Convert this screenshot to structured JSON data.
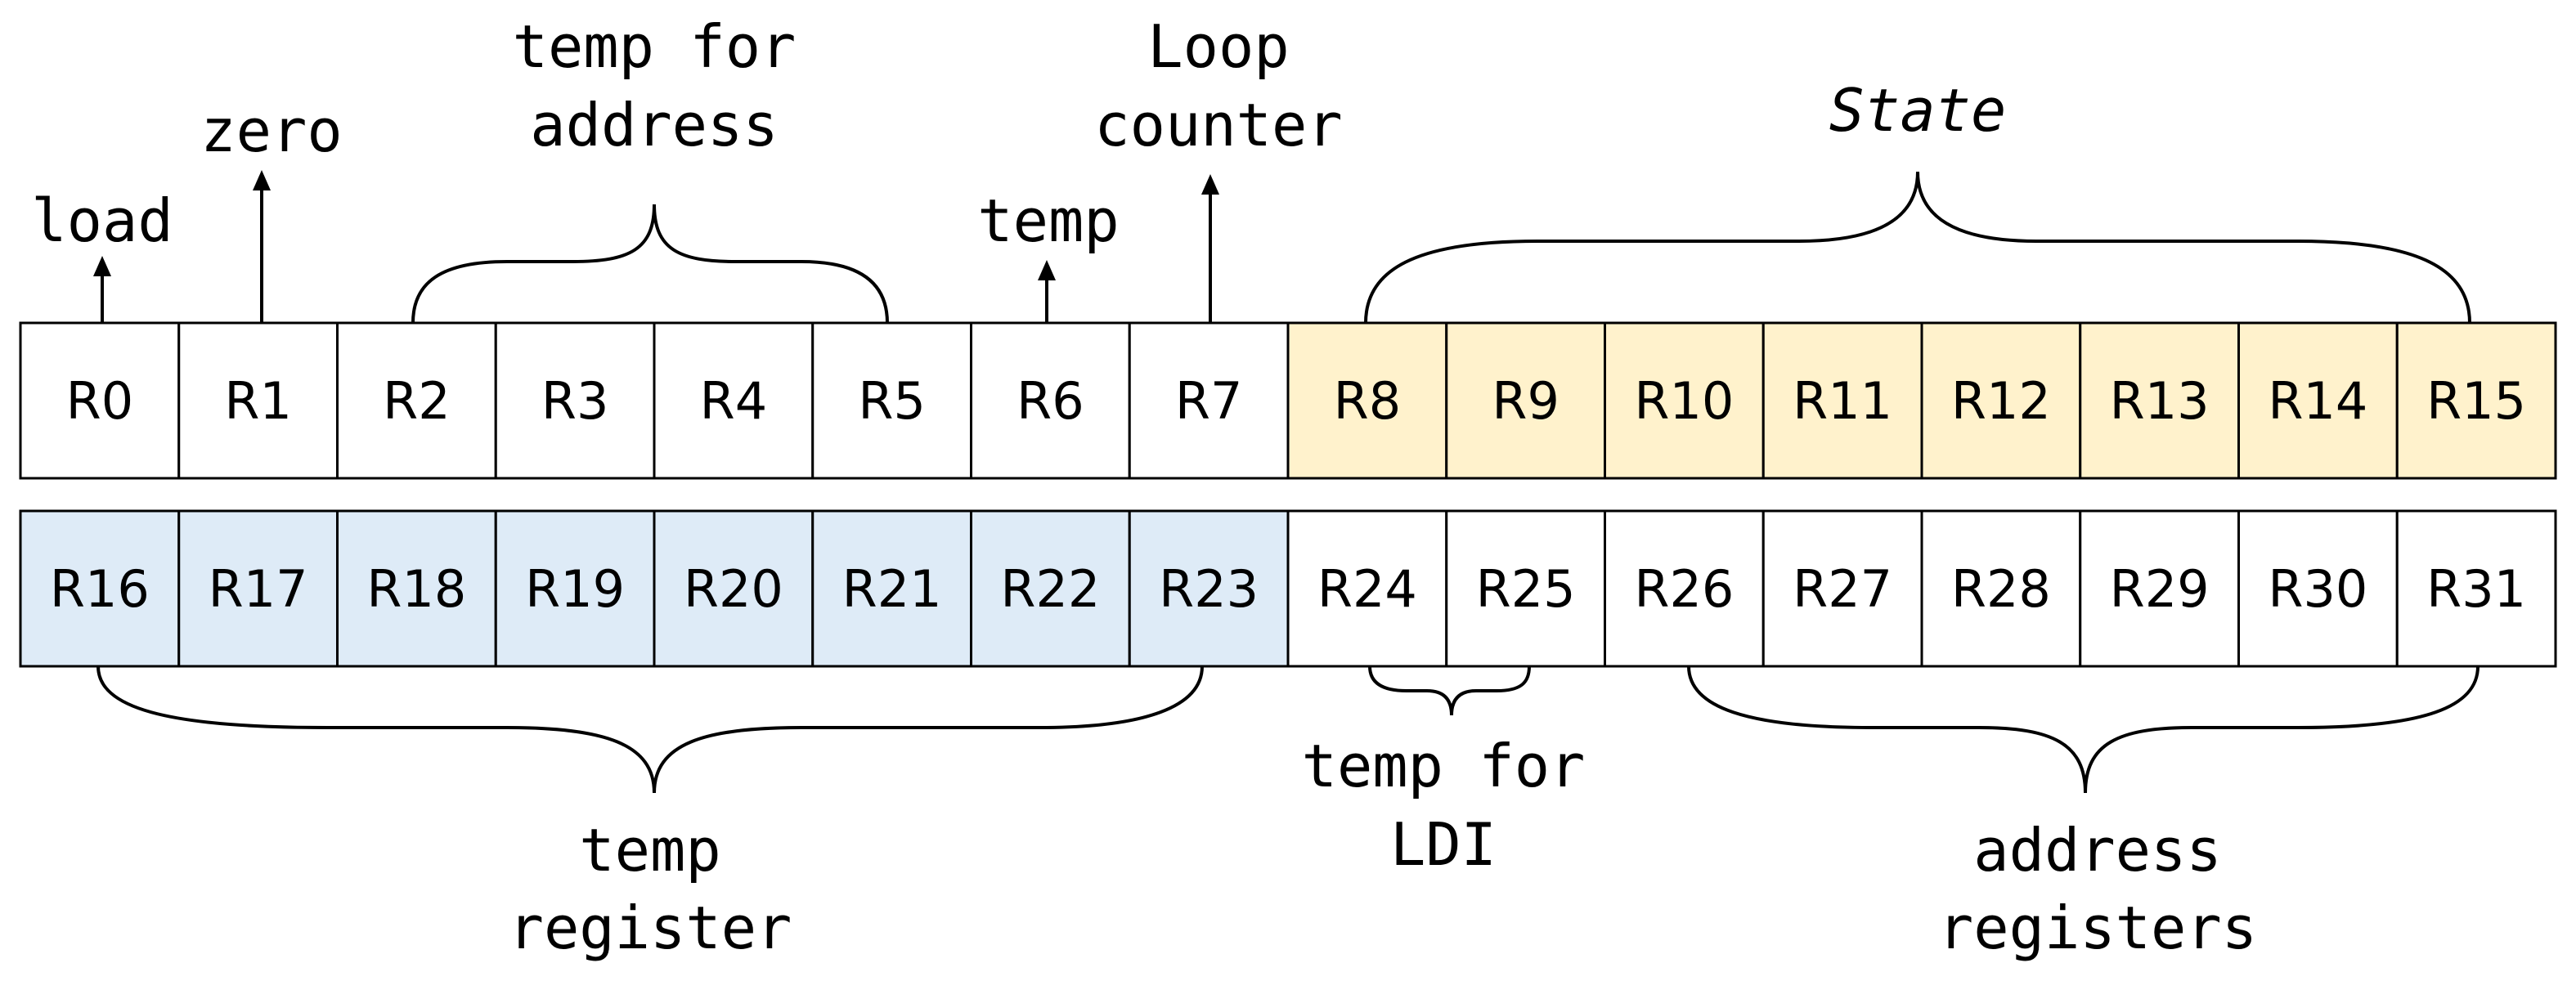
{
  "colors": {
    "plain": "#ffffff",
    "state": "#fff2cc",
    "temp_register": "#deebf7",
    "border": "#000000"
  },
  "rows": [
    {
      "registers": [
        {
          "label": "R0",
          "group": "plain"
        },
        {
          "label": "R1",
          "group": "plain"
        },
        {
          "label": "R2",
          "group": "plain"
        },
        {
          "label": "R3",
          "group": "plain"
        },
        {
          "label": "R4",
          "group": "plain"
        },
        {
          "label": "R5",
          "group": "plain"
        },
        {
          "label": "R6",
          "group": "plain"
        },
        {
          "label": "R7",
          "group": "plain"
        },
        {
          "label": "R8",
          "group": "state"
        },
        {
          "label": "R9",
          "group": "state"
        },
        {
          "label": "R10",
          "group": "state"
        },
        {
          "label": "R11",
          "group": "state"
        },
        {
          "label": "R12",
          "group": "state"
        },
        {
          "label": "R13",
          "group": "state"
        },
        {
          "label": "R14",
          "group": "state"
        },
        {
          "label": "R15",
          "group": "state"
        }
      ]
    },
    {
      "registers": [
        {
          "label": "R16",
          "group": "temp_register"
        },
        {
          "label": "R17",
          "group": "temp_register"
        },
        {
          "label": "R18",
          "group": "temp_register"
        },
        {
          "label": "R19",
          "group": "temp_register"
        },
        {
          "label": "R20",
          "group": "temp_register"
        },
        {
          "label": "R21",
          "group": "temp_register"
        },
        {
          "label": "R22",
          "group": "temp_register"
        },
        {
          "label": "R23",
          "group": "temp_register"
        },
        {
          "label": "R24",
          "group": "plain"
        },
        {
          "label": "R25",
          "group": "plain"
        },
        {
          "label": "R26",
          "group": "plain"
        },
        {
          "label": "R27",
          "group": "plain"
        },
        {
          "label": "R28",
          "group": "plain"
        },
        {
          "label": "R29",
          "group": "plain"
        },
        {
          "label": "R30",
          "group": "plain"
        },
        {
          "label": "R31",
          "group": "plain"
        }
      ]
    }
  ],
  "annotations": {
    "load": "load",
    "zero": "zero",
    "temp_for_address": [
      "temp for",
      "address"
    ],
    "temp": "temp",
    "loop_counter": [
      "Loop",
      "counter"
    ],
    "state": "State",
    "temp_register": [
      "temp",
      "register"
    ],
    "temp_for_ldi": [
      "temp for",
      "LDI"
    ],
    "address_registers": [
      "address",
      "registers"
    ]
  }
}
